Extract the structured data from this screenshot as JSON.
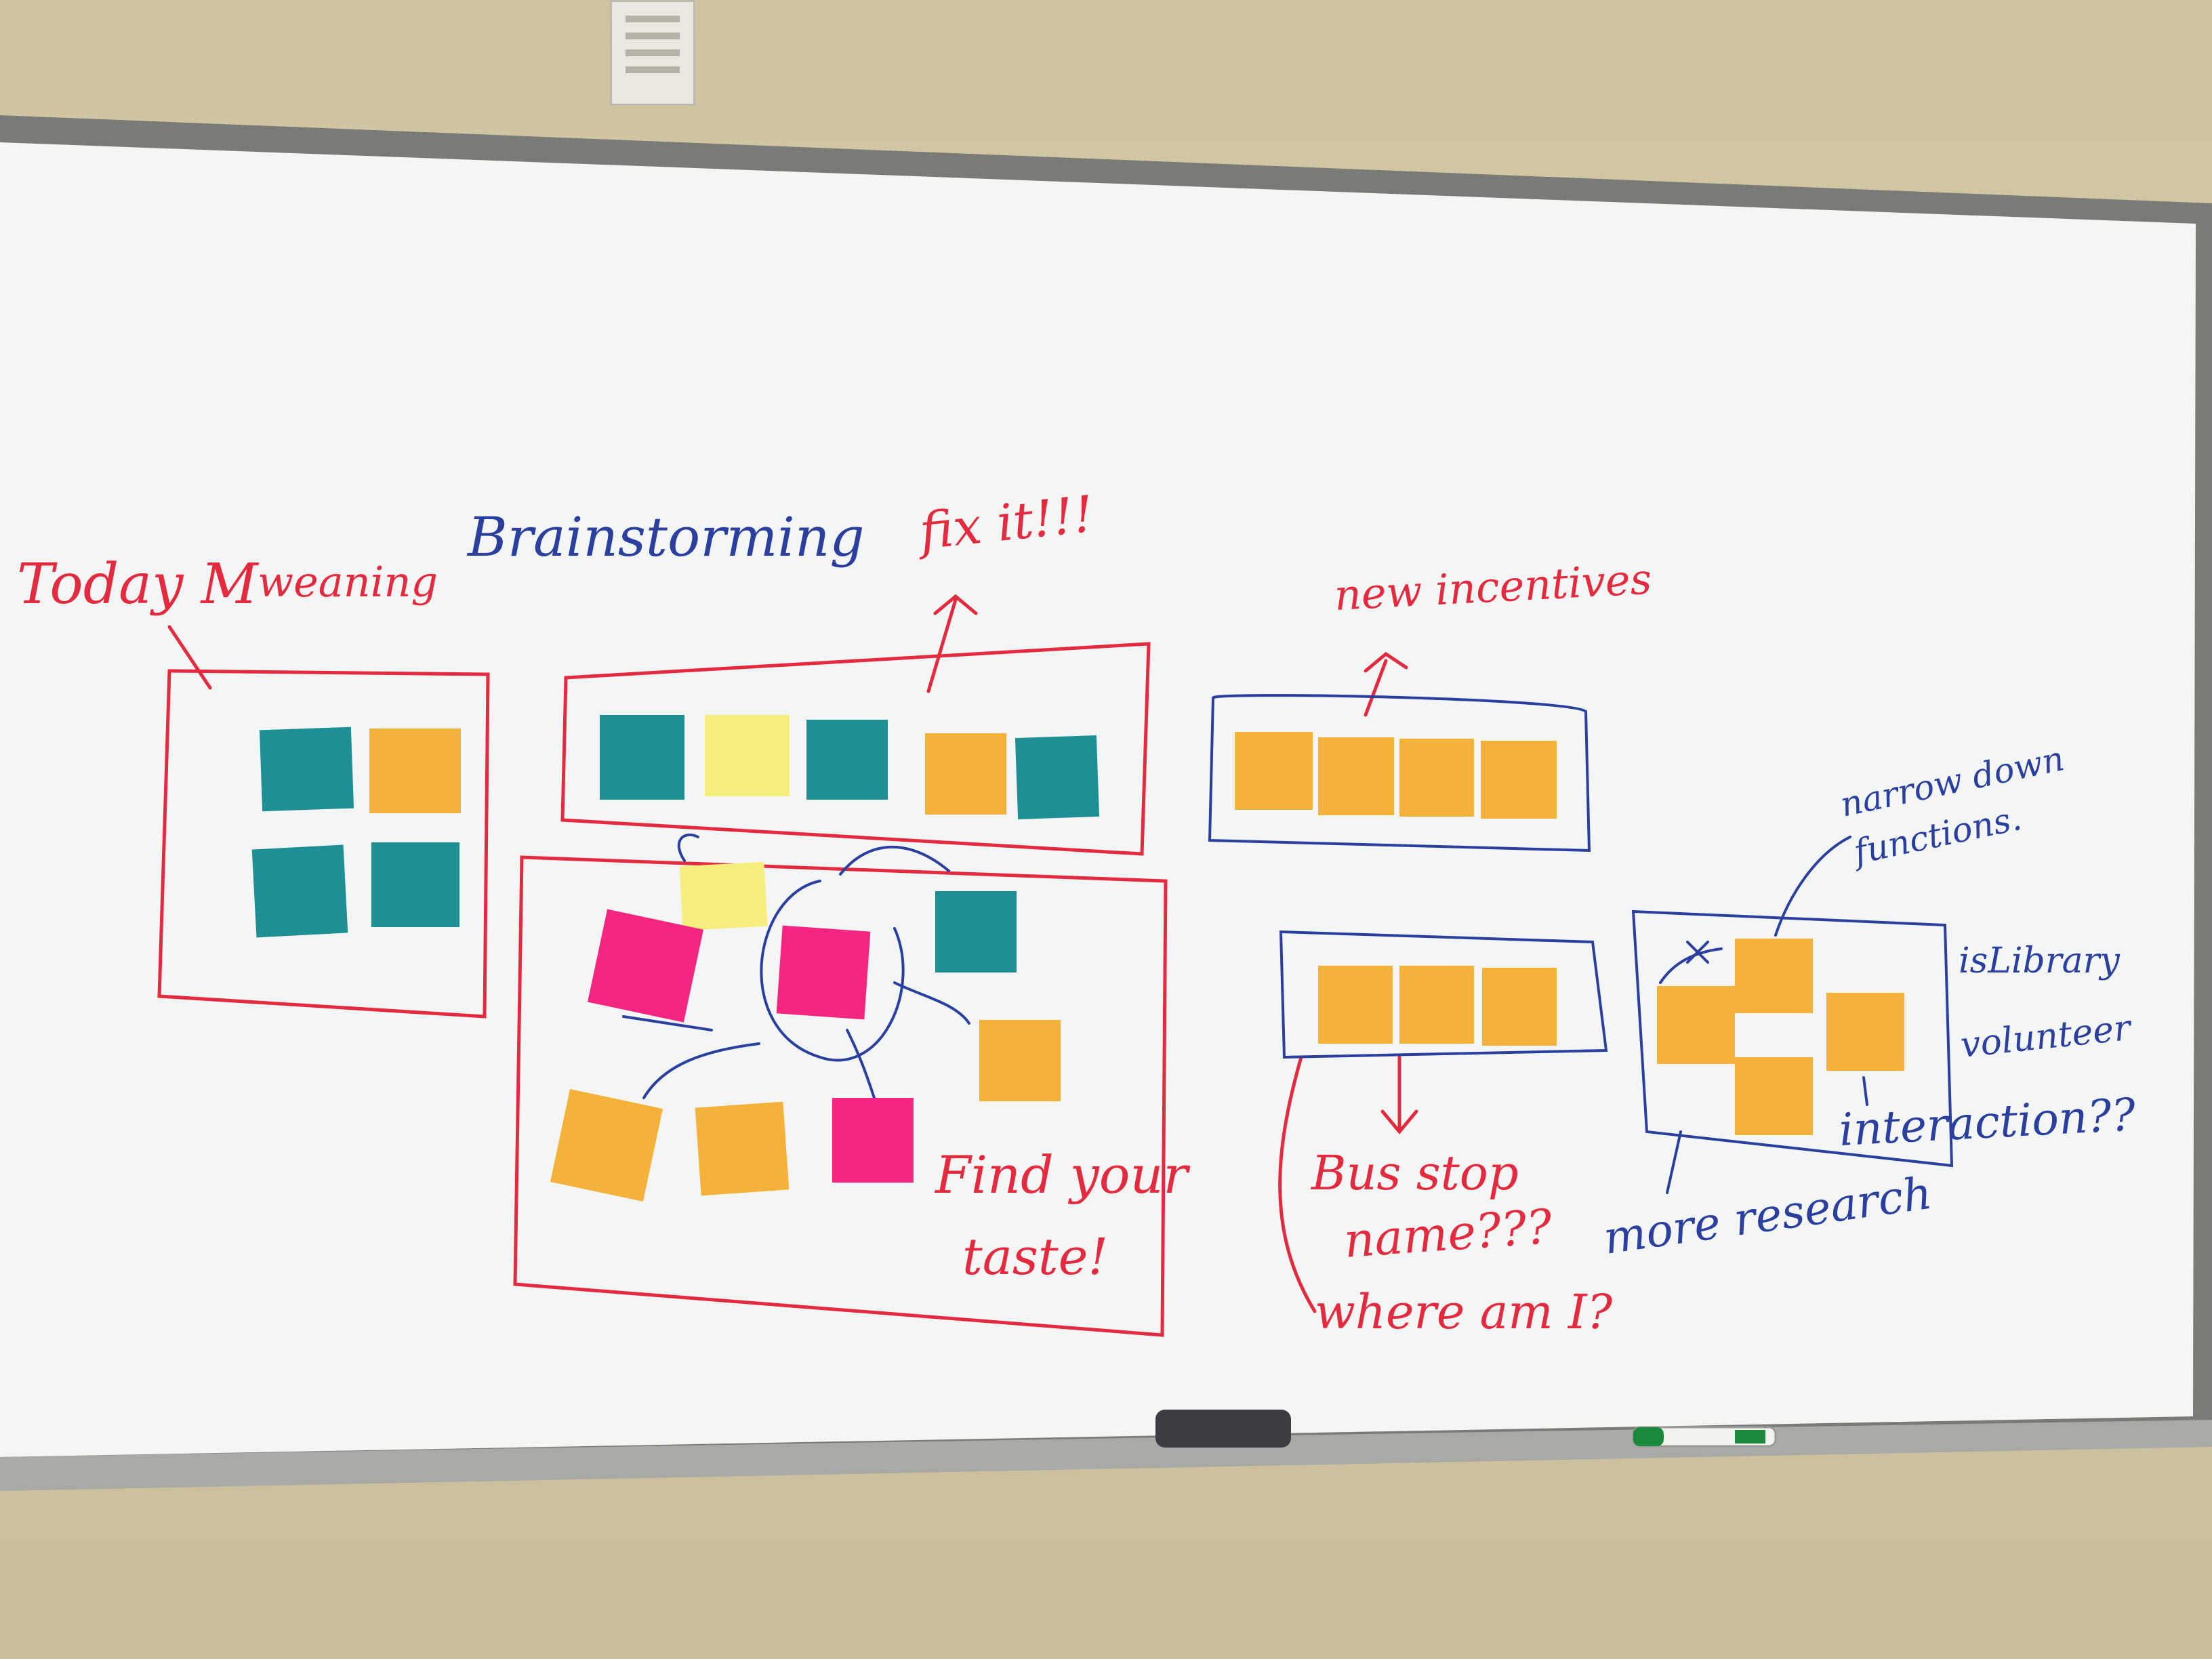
{
  "board": {
    "headings": {
      "today": "Today M",
      "weaning": "weaning",
      "brainstorming": "Brainstorming",
      "fix_it": "fix it!!!",
      "new_incentives": "new incentives",
      "narrow_down_1": "narrow down",
      "narrow_down_2": "functions.",
      "library": "isLibrary",
      "volunteer": "volunteer",
      "interaction": "interaction??",
      "more_research": "more research",
      "find_your": "Find your",
      "taste": "taste!",
      "bus_stop": "Bus stop",
      "name": "name???",
      "where_am_i": "where am I?"
    }
  },
  "colors": {
    "red_marker": "#e32a3f",
    "blue_marker": "#2b3f9e",
    "teal_note": "#1f8f96",
    "orange_note": "#f4b23a",
    "yellow_note": "#f6ef7d",
    "pink_note": "#f4267f",
    "whiteboard": "#f4f6f6"
  },
  "props": {
    "eraser": "eraser",
    "marker": "green-marker",
    "vent": "ceiling-vent"
  }
}
